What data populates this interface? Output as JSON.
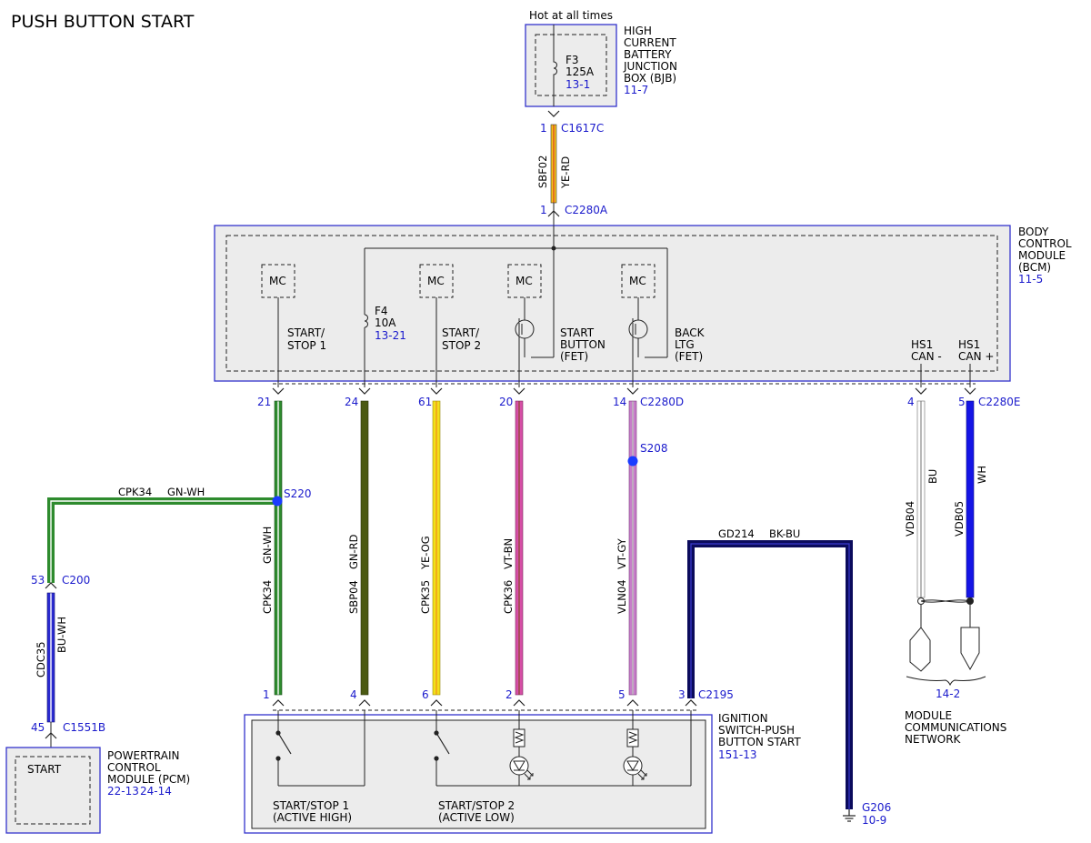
{
  "title": "PUSH BUTTON START",
  "colors": {
    "ref_blue": "#1a1acc",
    "module_outline": "#3333cc",
    "module_fill": "#ececec",
    "splice_dot": "#1a3cff",
    "YE-RD": "#f4c21a",
    "GN-WH": "#2e8b2e",
    "GN-RD": "#4b5a12",
    "YE-OG": "#f2df1a",
    "VT-BN": "#d64fa6",
    "VT-GY": "#c77cc9",
    "BU-WH": "#2a2ad0",
    "BK-BU": "#0b0b5c",
    "BU": "#e2e2e2",
    "WH": "#1414e6"
  },
  "bjb": {
    "hot_label": "Hot at all times",
    "name_lines": [
      "HIGH",
      "CURRENT",
      "BATTERY",
      "JUNCTION",
      "BOX (BJB)"
    ],
    "ref": "11-7",
    "fuse_name": "F3",
    "fuse_amp": "125A",
    "fuse_ref": "13-1"
  },
  "connectors": {
    "bjb_out": {
      "pin": "1",
      "name": "C1617C"
    },
    "bcm_in": {
      "pin": "1",
      "name": "C2280A"
    },
    "bcm_pins": [
      "21",
      "24",
      "61",
      "20",
      "14"
    ],
    "bcm_d": "C2280D",
    "can_pins": [
      "4",
      "5"
    ],
    "bcm_e": "C2280E",
    "c200": {
      "pin": "53",
      "name": "C200"
    },
    "c1551b": {
      "pin": "45",
      "name": "C1551B"
    },
    "sw_pins": [
      "1",
      "4",
      "6",
      "2",
      "5",
      "3"
    ],
    "c2195": "C2195"
  },
  "bcm": {
    "name_lines": [
      "BODY",
      "CONTROL",
      "MODULE",
      "(BCM)"
    ],
    "ref": "11-5",
    "mc": "MC",
    "fuse_name": "F4",
    "fuse_amp": "10A",
    "fuse_ref": "13-21",
    "start_stop_1": [
      "START/",
      "STOP 1"
    ],
    "start_stop_2": [
      "START/",
      "STOP 2"
    ],
    "start_button": [
      "START",
      "BUTTON",
      "(FET)"
    ],
    "back_ltg": [
      "BACK",
      "LTG",
      "(FET)"
    ],
    "can_minus": [
      "HS1",
      "CAN -"
    ],
    "can_plus": [
      "HS1",
      "CAN +"
    ]
  },
  "wires": {
    "feed": {
      "circuit": "SBF02",
      "color": "YE-RD"
    },
    "w1": {
      "circuit": "CPK34",
      "color": "GN-WH"
    },
    "w1_branch": {
      "circuit": "CPK34",
      "color": "GN-WH"
    },
    "w2": {
      "circuit": "SBP04",
      "color": "GN-RD"
    },
    "w3": {
      "circuit": "CPK35",
      "color": "YE-OG"
    },
    "w4": {
      "circuit": "CPK36",
      "color": "VT-BN"
    },
    "w5": {
      "circuit": "VLN04",
      "color": "VT-GY"
    },
    "ground": {
      "circuit": "GD214",
      "color": "BK-BU"
    },
    "pcm": {
      "circuit": "CDC35",
      "color": "BU-WH"
    },
    "can_lo": {
      "circuit": "VDB04",
      "color": "BU"
    },
    "can_hi": {
      "circuit": "VDB05",
      "color": "WH"
    }
  },
  "splices": {
    "s220": "S220",
    "s208": "S208"
  },
  "pcm": {
    "inner": "START",
    "name_lines": [
      "POWERTRAIN",
      "CONTROL",
      "MODULE (PCM)"
    ],
    "ref1": "22-13",
    "ref2": "24-14"
  },
  "switch": {
    "name_lines": [
      "IGNITION",
      "SWITCH-PUSH",
      "BUTTON START"
    ],
    "ref": "151-13",
    "label1": [
      "START/STOP 1",
      "(ACTIVE HIGH)"
    ],
    "label2": [
      "START/STOP 2",
      "(ACTIVE LOW)"
    ]
  },
  "ground": {
    "name": "G206",
    "ref": "10-9"
  },
  "network": {
    "ref": "14-2",
    "name_lines": [
      "MODULE",
      "COMMUNICATIONS",
      "NETWORK"
    ]
  }
}
